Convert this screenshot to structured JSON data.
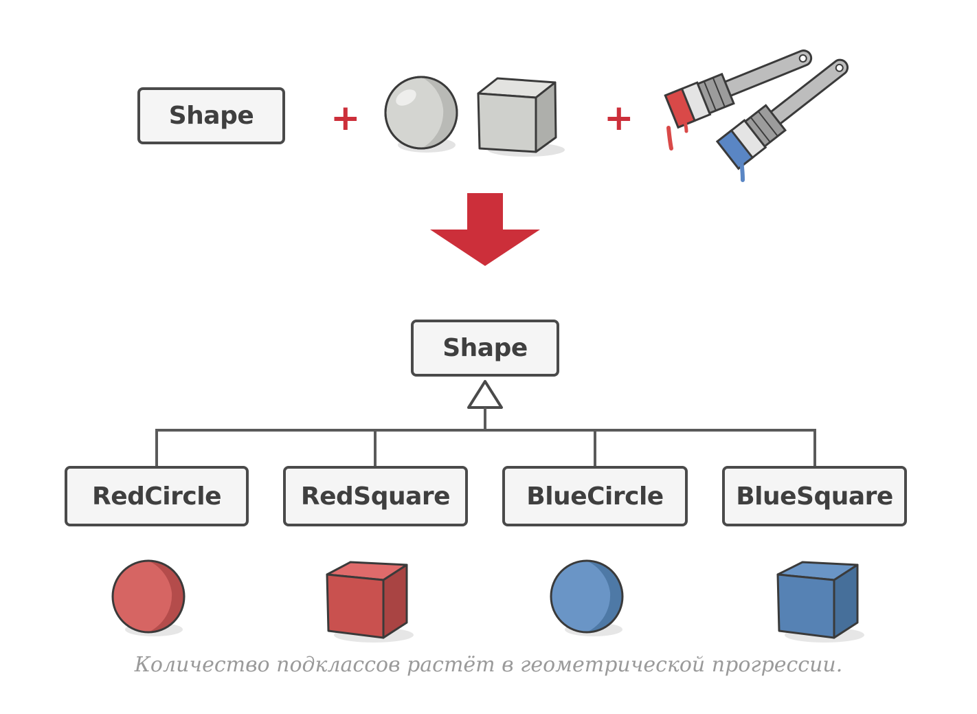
{
  "top_row": {
    "shape_label": "Shape",
    "plus_1": "+",
    "plus_2": "+"
  },
  "hierarchy": {
    "parent_label": "Shape",
    "children": [
      {
        "label": "RedCircle"
      },
      {
        "label": "RedSquare"
      },
      {
        "label": "BlueCircle"
      },
      {
        "label": "BlueSquare"
      }
    ]
  },
  "colors": {
    "accent_red": "#cc2f3a",
    "shape_red": "#c9514f",
    "shape_blue": "#4e79a6",
    "neutral_grey": "#c8c9c5",
    "outline": "#4a4a4a"
  },
  "caption": "Количество подклассов растёт в геометрической прогрессии."
}
